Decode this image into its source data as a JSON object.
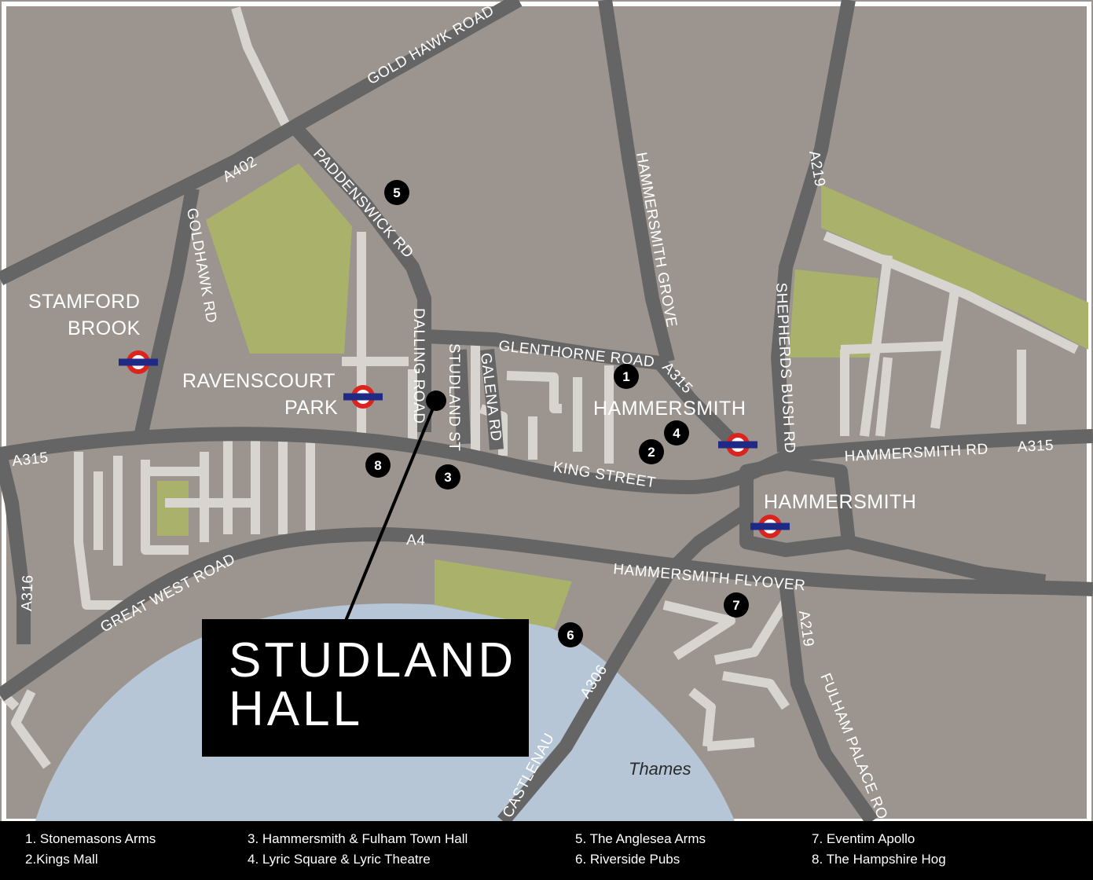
{
  "map": {
    "roads": {
      "gold_hawk_road": "GOLD HAWK ROAD",
      "a402": "A402",
      "paddenswick_rd": "PADDENSWICK RD",
      "goldhawk_rd": "GOLDHAWK RD",
      "dalling_road": "DALLING ROAD",
      "studland_st": "STUDLAND ST",
      "galena_rd": "GALENA RD",
      "glenthorne_road": "GLENTHORNE ROAD",
      "a315_upper": "A315",
      "hammersmith_grove": "HAMMERSMITH GROVE",
      "a219_north": "A219",
      "shepherds_bush_rd": "SHEPHERDS BUSH RD",
      "hammersmith_rd": "HAMMERSMITH RD",
      "a315_east": "A315",
      "a315_west": "A315",
      "king_street": "KING STREET",
      "a4": "A4",
      "great_west_road": "GREAT WEST ROAD",
      "a316": "A316",
      "hammersmith_flyover": "HAMMERSMITH FLYOVER",
      "a306": "A306",
      "castlenau": "CASTLENAU",
      "a219_south": "A219",
      "fulham_palace_rd": "FULHAM PALACE RO"
    },
    "places": {
      "stamford_brook_1": "STAMFORD",
      "stamford_brook_2": "BROOK",
      "ravenscourt_1": "RAVENSCOURT",
      "ravenscourt_2": "PARK",
      "hammersmith_north": "HAMMERSMITH",
      "hammersmith_south": "HAMMERSMITH"
    },
    "river": "Thames",
    "markers": [
      "1",
      "2",
      "3",
      "4",
      "5",
      "6",
      "7",
      "8"
    ],
    "colors": {
      "land": "#9c958f",
      "road": "#656565",
      "street": "#d8d4d0",
      "park": "#a9b16a",
      "river": "#b6c6d6",
      "underground_red": "#dc241f",
      "underground_blue": "#1f2a86"
    }
  },
  "callout": {
    "line1": "STUDLAND",
    "line2": "HALL"
  },
  "legend": {
    "items": [
      "1. Stonemasons Arms",
      "2.Kings Mall",
      "3. Hammersmith & Fulham Town Hall",
      "4. Lyric Square & Lyric Theatre",
      "5. The Anglesea Arms",
      "6. Riverside Pubs",
      "7. Eventim Apollo",
      "8. The Hampshire Hog"
    ]
  }
}
